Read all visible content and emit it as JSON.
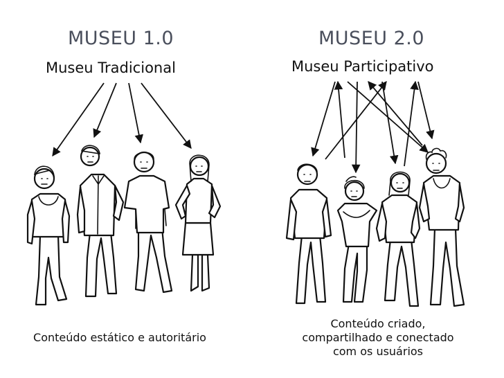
{
  "left_panel": {
    "title": "MUSEU 1.0",
    "subtitle": "Museu Tradicional",
    "caption": "Conteúdo estático e autoritário"
  },
  "right_panel": {
    "title": "MUSEU 2.0",
    "subtitle": "Museu Participativo",
    "caption_lines": [
      "Conteúdo criado,",
      "compartilhado e conectado",
      "com os usuários"
    ]
  }
}
